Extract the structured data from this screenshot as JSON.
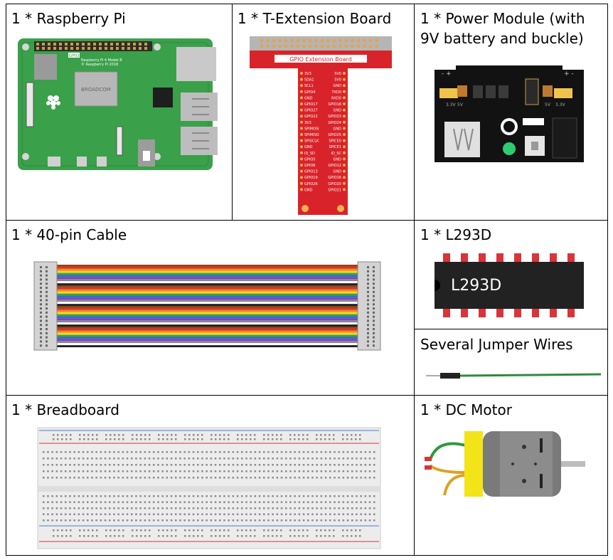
{
  "items": {
    "raspberry_pi": "1 * Raspberry Pi",
    "t_extension": "1 * T-Extension Board",
    "power_module": "1 * Power Module (with\n9V battery and buckle)",
    "cable": "1 * 40-pin Cable",
    "l293d": "1 * L293D",
    "jumper": "Several Jumper Wires",
    "breadboard": "1 * Breadboard",
    "dc_motor": "1 * DC Motor"
  },
  "pi_board": {
    "gpio_tag": "GPIO",
    "model_line1": "Raspberry Pi 4 Model B",
    "model_line2": "© Raspberry Pi 2018",
    "chip_brand": "BROADCOM"
  },
  "t_board": {
    "title": "GPIO Extension Board",
    "left_pins": [
      "3V3",
      "SDA1",
      "SCL1",
      "GPIO4",
      "GND",
      "GPIO17",
      "GPIO27",
      "GPIO22",
      "3V3",
      "SPIMOSI",
      "SPIMISO",
      "SPISCLK",
      "GND",
      "ID_SD",
      "GPIO5",
      "GPIO6",
      "GPIO13",
      "GPIO19",
      "GPIO26",
      "GND"
    ],
    "right_pins": [
      "5V0",
      "5V0",
      "GND",
      "TXD0",
      "RXD0",
      "GPIO18",
      "GND",
      "GPIO23",
      "GPIO24",
      "GND",
      "GPIO25",
      "SPICE0",
      "SPICE1",
      "ID_SC",
      "GND",
      "GPIO12",
      "GND",
      "GPIO16",
      "GPIO20",
      "GPIO21"
    ]
  },
  "power_board": {
    "v_left": "3.3V",
    "v_left2": "5V",
    "v_right": "3.3V",
    "v_right2": "5V"
  },
  "chip": {
    "marking": "L293D"
  },
  "colors": {
    "pi_green": "#3aa04a",
    "t_red": "#d9232a",
    "grid_line": "#000000"
  }
}
